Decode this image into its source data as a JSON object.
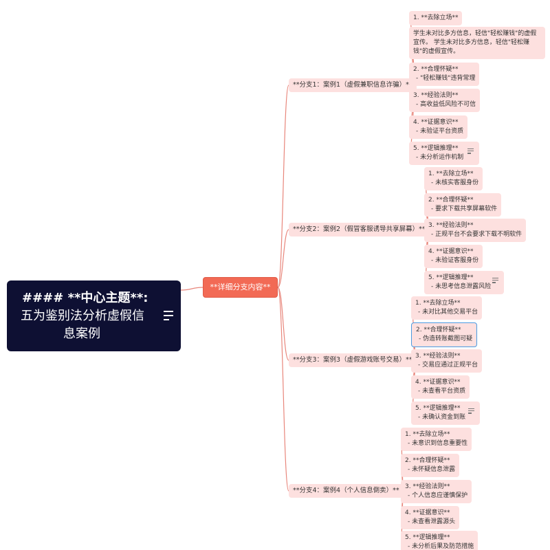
{
  "root": {
    "line1": "#### **中心主题**:",
    "line2": "五为鉴别法分析虚假信",
    "line3": "息案例"
  },
  "center": {
    "label": "**详细分支内容**"
  },
  "branches": [
    {
      "label": "**分支1：案例1（虚假兼职信息诈骗）**",
      "leaves": [
        {
          "title": "1. **去除立场**",
          "desc": ""
        },
        {
          "title": "",
          "desc": "学生未对比多方信息，轻信\"轻松赚钱\"的虚假宣传。 学生未对比多方信息，轻信\"轻松赚钱\"的虚假宣传。"
        },
        {
          "title": "2. **合理怀疑**",
          "desc": "- \"轻松赚钱\"违背常理"
        },
        {
          "title": "3. **经验法则**",
          "desc": "- 高收益低风险不可信"
        },
        {
          "title": "4. **证据意识**",
          "desc": "- 未验证平台资质"
        },
        {
          "title": "5. **逻辑推理**",
          "desc": "- 未分析运作机制"
        }
      ]
    },
    {
      "label": "**分支2：案例2（假冒客服诱导共享屏幕）**",
      "leaves": [
        {
          "title": "1. **去除立场**",
          "desc": "- 未核实客服身份"
        },
        {
          "title": "2. **合理怀疑**",
          "desc": "- 要求下载共享屏幕软件"
        },
        {
          "title": "3. **经验法则**",
          "desc": "- 正规平台不会要求下载不明软件"
        },
        {
          "title": "4. **证据意识**",
          "desc": "- 未验证客服身份"
        },
        {
          "title": "5. **逻辑推理**",
          "desc": "- 未思考信息泄露风险"
        }
      ]
    },
    {
      "label": "**分支3：案例3（虚假游戏账号交易）**",
      "leaves": [
        {
          "title": "1. **去除立场**",
          "desc": "- 未对比其他交易平台"
        },
        {
          "title": "2. **合理怀疑**",
          "desc": "- 伪造转账截图可疑"
        },
        {
          "title": "3. **经验法则**",
          "desc": "- 交易应通过正规平台"
        },
        {
          "title": "4. **证据意识**",
          "desc": "- 未查看平台资质"
        },
        {
          "title": "5. **逻辑推理**",
          "desc": "- 未确认资金到账"
        }
      ]
    },
    {
      "label": "**分支4：案例4（个人信息倒卖）**",
      "leaves": [
        {
          "title": "1. **去除立场**",
          "desc": "- 未意识到信息重要性"
        },
        {
          "title": "2. **合理怀疑**",
          "desc": "- 未怀疑信息泄露"
        },
        {
          "title": "3. **经验法则**",
          "desc": "- 个人信息应谨慎保护"
        },
        {
          "title": "4. **证据意识**",
          "desc": "- 未查看泄露源头"
        },
        {
          "title": "5. **逻辑推理**",
          "desc": "- 未分析后果及防范措施"
        }
      ]
    }
  ],
  "colors": {
    "root_bg": "#0e1033",
    "center_bg": "#f26a55",
    "node_bg": "#fde0df",
    "link": "#e8857a",
    "selected": "#4a9ae0"
  }
}
